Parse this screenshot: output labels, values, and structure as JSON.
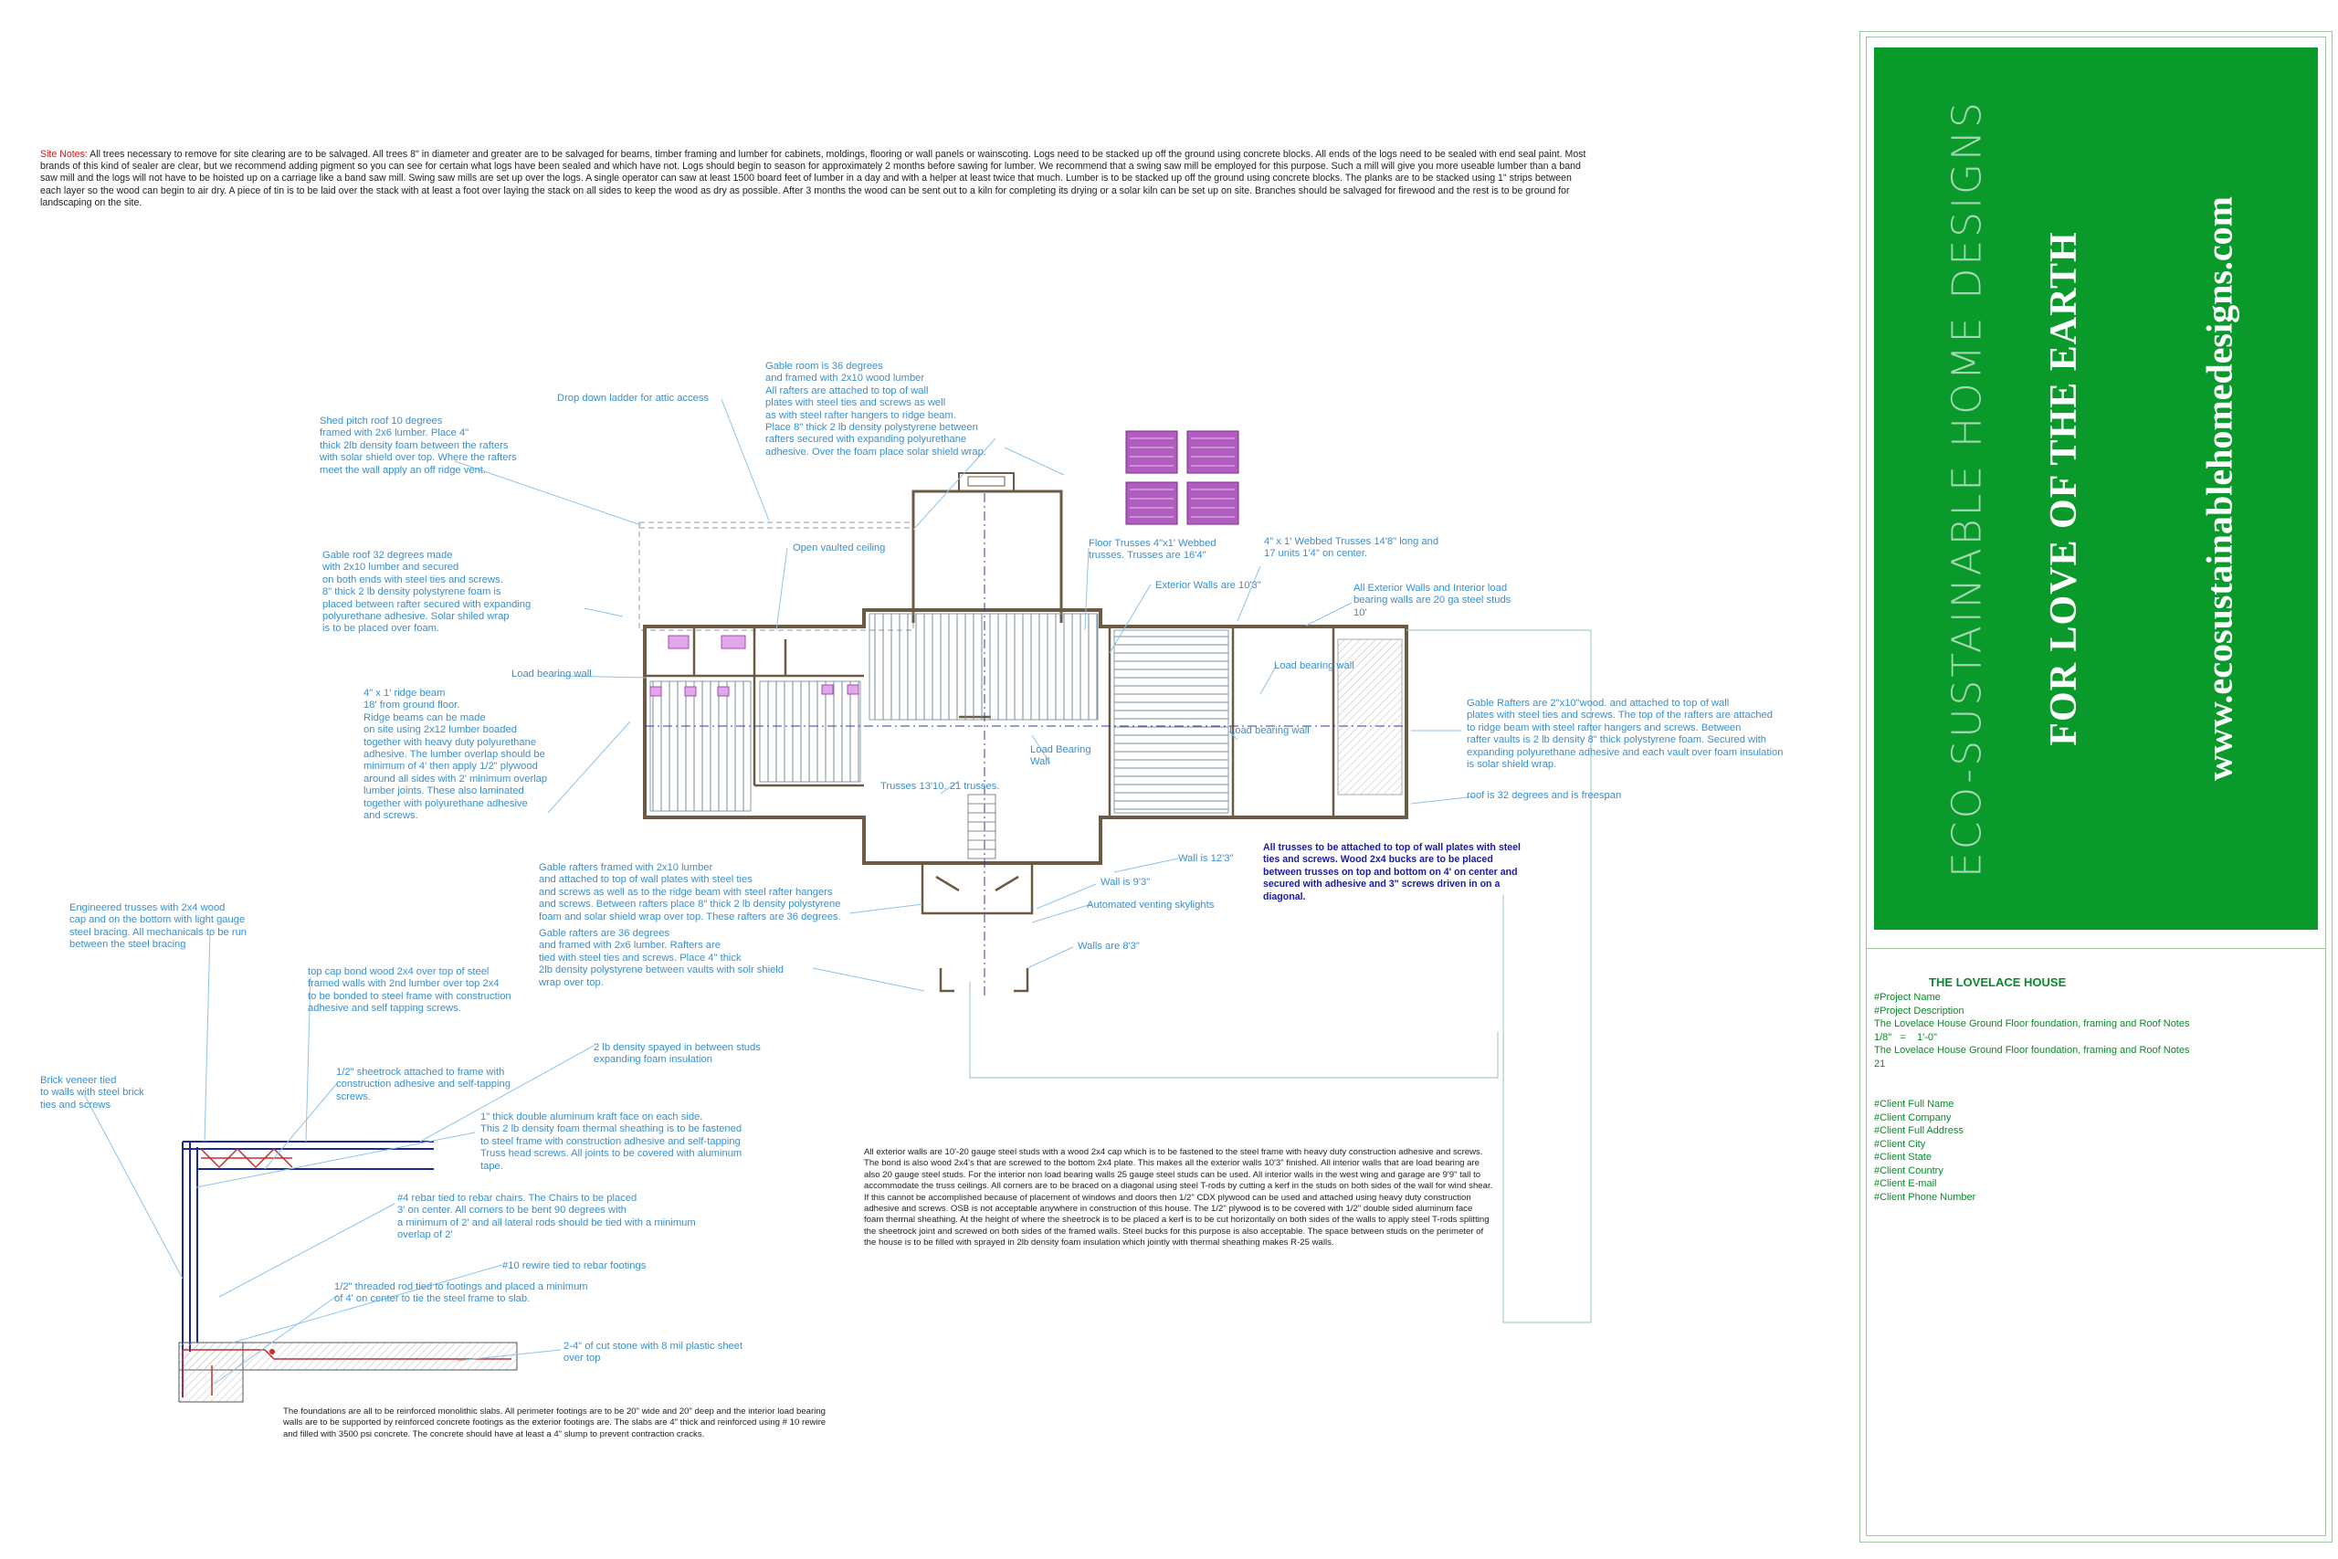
{
  "site_notes": {
    "label": "Site Notes:",
    "text": " All trees necessary to remove for site clearing are to be salvaged.  All trees 8\" in diameter and greater are to be salvaged for beams, timber framing and lumber for cabinets, moldings, flooring or wall panels or wainscoting.  Logs need to be stacked up off the ground using concrete blocks.  All ends of the logs need to be sealed with end seal paint.  Most brands of this kind of sealer are clear, but we recommend adding pigment so you can see for certain what logs have been sealed and which have not.  Logs should begin to season for approximately 2 months before sawing for lumber.  We recommend that a swing saw mill be employed for this purpose.  Such a mill will give you more useable lumber than a band saw mill and the logs will not have to be hoisted up on a carriage like a band saw mill.  Swing saw mills are set up over the logs. A single operator can saw at least 1500 board feet of lumber in a day  and with a helper at least twice that much. Lumber is to be stacked up off the ground using concrete blocks.  The planks are to be stacked using 1\" strips between each layer so the wood can begin to air dry. A piece of tin is to be laid over the stack with at least a foot over laying the stack on all sides to keep the wood as dry as possible.  After 3 months the wood can be sent out to a kiln for completing its drying or a solar kiln can be set up on site.  Branches should be salvaged for firewood and the rest is to be ground for landscaping on the site."
  },
  "notes": {
    "gable_room": "Gable room is 36 degrees\nand framed with 2x10 wood lumber\nAll rafters are attached to top of wall\nplates with steel ties and screws as well\nas with steel rafter hangers to ridge beam.\nPlace 8\" thick 2 lb density polystyrene between\nrafters secured with expanding polyurethane\nadhesive. Over the foam place solar shield wrap.",
    "drop_ladder": "Drop down ladder for attic access",
    "shed_pitch": "Shed pitch roof 10 degrees\nframed with 2x6 lumber. Place 4\"\nthick 2lb density foam between the rafters\nwith solar shield over top. Where the rafters\nmeet the wall apply an off ridge vent.",
    "open_vaulted": "Open vaulted ceiling",
    "gable_roof_32": "Gable roof 32 degrees made\nwith 2x10 lumber and secured\non both ends with steel ties and screws.\n8\" thick 2 lb density polystyrene foam is\nplaced between rafter secured with expanding\npolyurethane adhesive. Solar shiled wrap\nis to be placed over foam.",
    "floor_trusses": "Floor Trusses 4\"x1' Webbed\ntrusses. Trusses are 16'4\"",
    "webbed_trusses": "4\" x 1' Webbed Trusses 14'8\" long and\n17 units 1'4\" on center.",
    "ext_walls_10": "Exterior Walls are 10'3\"",
    "all_ext_walls": "All Exterior Walls and Interior load\nbearing walls are 20 ga steel studs\n10'",
    "load_bearing_left": "Load bearing wall",
    "load_bearing_right": "Load bearing wall",
    "load_bearing_right2": "Load bearing wall",
    "ridge_beam": "4\" x 1' ridge beam\n18' from ground floor.\nRidge beams can be made\non site using 2x12 lumber boaded\ntogether with heavy duty polyurethane\nadhesive. The lumber overlap should be\nminimum of 4' then apply 1/2\" plywood\naround all sides with 2' minimum overlap\nlumber joints. These also laminated\ntogether with polyurethane adhesive\nand screws.",
    "load_bearing_center": "Load Bearing\nWall",
    "trusses_13": "Trusses 13'10. 21 trusses.",
    "gable_rafters_right": "Gable Rafters are 2\"x10\"wood. and attached to top of wall\nplates with steel ties and screws. The top of the rafters are attached\nto ridge beam with steel rafter hangers and screws. Between\nrafter vaults is 2 lb density 8\" thick polystyrene foam. Secured with\nexpanding polyurethane adhesive and each vault over foam insulation\nis solar shield wrap.",
    "roof_32": "roof is 32 degrees and is freespan",
    "all_trusses": "All trusses to be attached to top of wall plates with steel\nties and screws. Wood 2x4 bucks are to be placed\nbetween trusses on top and bottom on 4' on center and\nsecured with adhesive and 3\" screws driven in on a\ndiagonal.",
    "wall_12": "Wall is 12'3\"",
    "wall_9": "Wall is 9'3\"",
    "skylights": "Automated venting skylights",
    "walls_8": "Walls are 8'3\"",
    "gable_rafters_2x10": "Gable rafters framed with 2x10 lumber\nand attached to top of wall plates with steel ties\nand screws as well as to the ridge beam with steel rafter hangers\nand screws. Between rafters place 8\" thick 2 lb density polystyrene\nfoam and solar shield wrap over top. These rafters are 36 degrees.",
    "gable_rafters_36": "Gable rafters are 36 degrees\nand framed with 2x6 lumber. Rafters are\ntied with steel ties and screws. Place 4\" thick\n2lb density polystyrene between vaults with solr shield\nwrap over top.",
    "engineered_trusses": "Engineered trusses with 2x4 wood\ncap and on the bottom with light gauge\nsteel bracing. All mechanicals to be run\nbetween the steel bracing",
    "top_cap": "top cap bond wood 2x4 over top of steel\nframed walls with 2nd lumber over top 2x4\nto be bonded to steel frame with construction\nadhesive and self tapping screws.",
    "foam_spray": "2 lb density spayed in between studs\nexpanding foam insulation",
    "brick_veneer": "Brick veneer tied\nto walls with steel brick\nties and screws",
    "sheetrock": "1/2\" sheetrock attached to frame with\nconstruction adhesive and self-tapping\nscrews.",
    "aluminum_kraft": "1\" thick double aluminum kraft face on each side.\nThis 2 lb density foam thermal sheathing is to be fastened\nto steel frame with construction adhesive and self-tapping\nTruss head screws. All joints to be covered with aluminum\ntape.",
    "rebar_4": "#4 rebar tied to rebar chairs. The Chairs to be placed\n3' on center. All corners to be bent 90 degrees with\na minimum of 2' and all lateral rods should be tied with a minimum\noverlap of 2'",
    "rewire_10": "#10 rewire tied to rebar footings",
    "threaded_rod": "1/2\" threaded rod tied to footings and placed a minimum\nof 4' on center to tie the steel frame to slab.",
    "cut_stone": "2-4\" of cut stone with 8 mil plastic sheet\nover top"
  },
  "paragraphs": {
    "exterior_walls": "All exterior walls are 10'-20 gauge steel studs with a wood 2x4 cap which is to be fastened to the steel frame with heavy duty construction adhesive and screws. The bond is also wood 2x4's that are screwed to the bottom 2x4 plate. This makes all the exterior walls 10'3\" finished.  All interior walls that are load bearing are also 20 gauge steel studs. For the interior non load bearing walls 25 gauge steel studs can be used.  All interior walls in the west wing and garage are 9'9\" tall to accommodate the truss ceilings.  All corners are to be braced on a diagonal using steel T-rods by cutting a kerf in the studs on both sides of the wall for wind shear.  If this cannot be accomplished because of placement of windows and doors then 1/2\" CDX plywood can be used and attached using heavy duty construction adhesive and screws.  OSB is not acceptable anywhere in construction of this house.  The 1/2\" plywood is to be covered with 1/2\" double sided aluminum face foam thermal sheathing. At the height of where the sheetrock is to be placed a kerf is to be cut horizontally on both sides of the walls to apply steel T-rods splitting the sheetrock joint and screwed on both sides of the framed walls.  Steel bucks for this purpose is also acceptable.  The space between studs on the perimeter of the house is to be filled with sprayed in 2lb density foam insulation which jointly with thermal sheathing makes R-25 walls.",
    "foundations": "The foundations are all to be reinforced monolithic slabs. All perimeter footings are to be 20\" wide and 20\" deep and the interior load bearing walls are to be supported by reinforced concrete footings as the exterior footings are. The slabs are 4\" thick and reinforced using # 10 rewire and filled with 3500 psi concrete. The concrete should have at least a 4\" slump to prevent contraction cracks."
  },
  "title_block": {
    "brand": "ECO-SUSTAINABLE HOME DESIGNS",
    "tagline": "FOR LOVE OF THE EARTH",
    "website": "www.ecosustainablehomedesigns.com",
    "project_title": "THE LOVELACE HOUSE",
    "project_lines": "#Project Name\n#Project Description\nThe Lovelace House Ground Floor foundation, framing and Roof Notes\n1/8\"   =    1'-0\"\nThe Lovelace House Ground Floor foundation, framing and Roof Notes\n21",
    "client_lines": "#Client Full Name\n#Client Company\n#Client Full Address\n#Client City\n#Client State\n#Client Country\n#Client E-mail\n#Client Phone Number"
  },
  "colors": {
    "note_blue": "#3a8fd0",
    "brand_green": "#0a9a2c",
    "wall": "#6b5a44",
    "skylight": "#a64ab5"
  }
}
